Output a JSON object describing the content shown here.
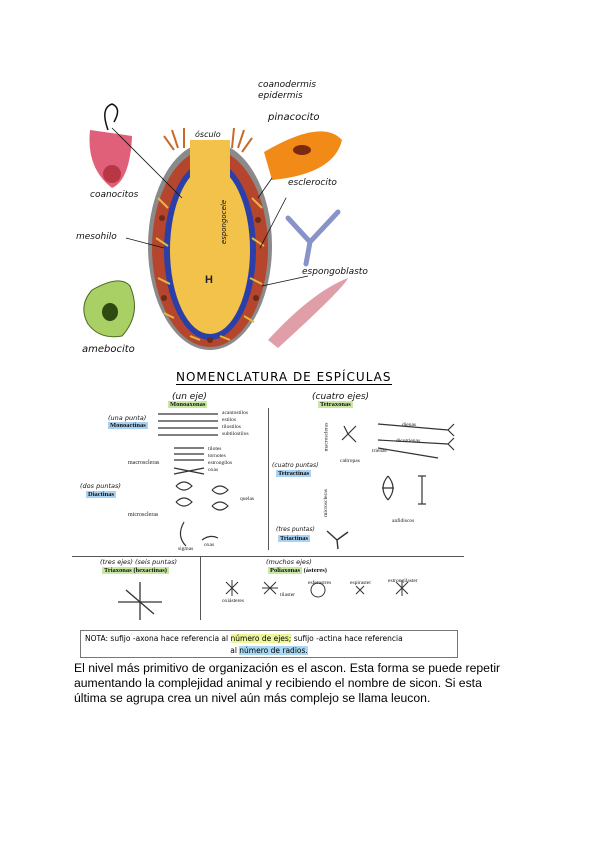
{
  "diagram": {
    "labels": {
      "coanodermis": "coanodermis",
      "epidermis": "epidermis",
      "osculo": "ósculo",
      "pinacocito": "pinacocito",
      "coanocitos": "coanocitos",
      "esclerocito": "esclerocito",
      "mesohilo": "mesohilo",
      "espongocele": "espongocele",
      "atrium_letter": "H",
      "espongoblasto": "espongoblasto",
      "amebocito": "amebocito"
    }
  },
  "nomenclature": {
    "title": "NOMENCLATURA DE ESPÍCULAS",
    "monoaxonas": {
      "note": "(un eje)",
      "title": "Monoaxonas",
      "mono_note": "(una punta)",
      "mono_title": "Monoactinas",
      "types": [
        "acantostilos",
        "estilos",
        "tilostilos",
        "subtilostilos"
      ]
    },
    "diactinas": {
      "note": "(dos puntas)",
      "title": "Diactinas",
      "macro_label": "macroscleras",
      "macro_types": [
        "tilotes",
        "tornotes",
        "estrongilos",
        "oxas"
      ],
      "micro_label": "microscleras",
      "micro_types": [
        "quelas",
        "sigmas",
        "oxas"
      ]
    },
    "tetraxonas": {
      "note": "(cuatro ejes)",
      "title": "Tetraxonas",
      "tetra_note": "(cuatro puntas)",
      "tetra_title": "Tetractinas",
      "macro_label": "macroscleras",
      "micro_label": "microscleras",
      "types": [
        "dienas",
        "dicotrienas",
        "trienas",
        "caltropas",
        "anfidiscos"
      ]
    },
    "triactinas": {
      "note": "(tres puntas)",
      "title": "Triactinas"
    },
    "triaxonas": {
      "note": "(tres ejes)  (seis puntas)",
      "title": "Triaxonas (hexactinas)"
    },
    "poliaxonas": {
      "note": "(muchos ejes)",
      "title": "Poliaxonas",
      "extra": "(ásteres)",
      "types": [
        "oxiásteres",
        "tilaster",
        "esferastres",
        "espiraster",
        "estrongilaster"
      ]
    },
    "nota": {
      "part1": "NOTA: sufijo -axona hace referencia al ",
      "hl1": "número de ejes;",
      "part2": " sufijo -actina hace referencia",
      "part3": "al ",
      "hl2": "número de radios."
    }
  },
  "paragraph": "El nivel más primitivo de organización es el ascon. Esta forma se puede repetir aumentando la complejidad animal y recibiendo el nombre de sicon. Si esta última se agrupa crea un nivel aún más complejo se llama leucon."
}
